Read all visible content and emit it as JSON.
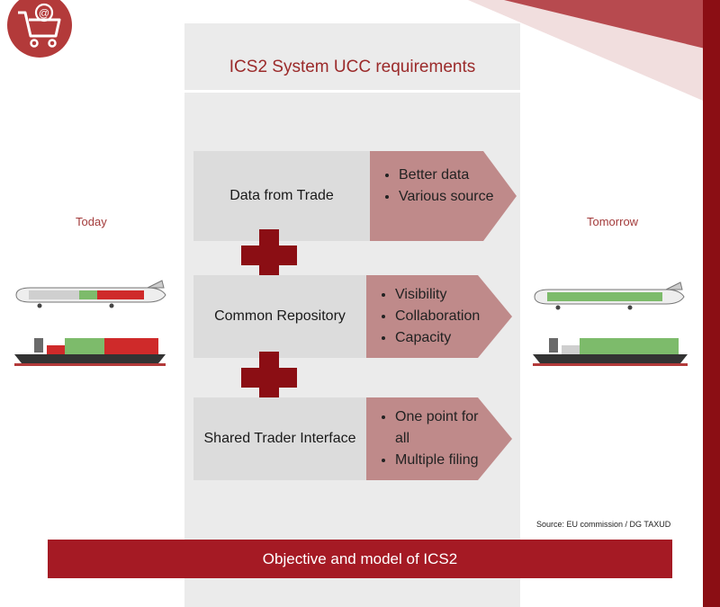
{
  "logo": {
    "icon": "shopping-cart-at-icon",
    "symbol": "@"
  },
  "colors": {
    "accent": "#8b0e14",
    "banner": "#a51a24",
    "arrow": "#bf8a8a",
    "title": "#9b2a2a",
    "plus": "#8b0e14"
  },
  "panel": {
    "title": "ICS2 System UCC requirements"
  },
  "rows": [
    {
      "label": "Data from Trade",
      "bullets": [
        "Better data",
        "Various source"
      ]
    },
    {
      "label": "Common Repository",
      "bullets": [
        "Visibility",
        "Collaboration",
        "Capacity"
      ]
    },
    {
      "label": "Shared Trader Interface",
      "bullets": [
        "One point for all",
        "Multiple filing"
      ]
    }
  ],
  "today": {
    "label": "Today"
  },
  "tomorrow": {
    "label": "Tomorrow"
  },
  "source": "Source: EU commission / DG TAXUD",
  "banner": "Objective and model of ICS2"
}
